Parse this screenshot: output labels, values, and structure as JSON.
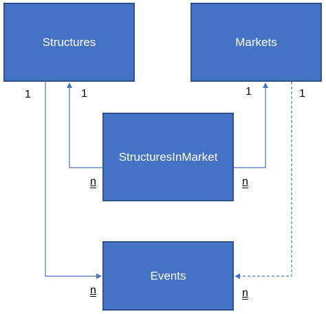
{
  "entities": {
    "structures": "Structures",
    "markets": "Markets",
    "structures_in_market": "StructuresInMarket",
    "events": "Events"
  },
  "cardinalities": {
    "structures_to_events_one": "1",
    "structures_from_sim_one": "1",
    "markets_from_sim_one": "1",
    "markets_to_events_one": "1",
    "sim_left_many": "n",
    "sim_right_many": "n",
    "events_left_many": "n",
    "events_right_many": "n"
  },
  "colors": {
    "box_fill": "#4472c4",
    "box_border": "#2f528f",
    "connector": "#4472c4"
  }
}
